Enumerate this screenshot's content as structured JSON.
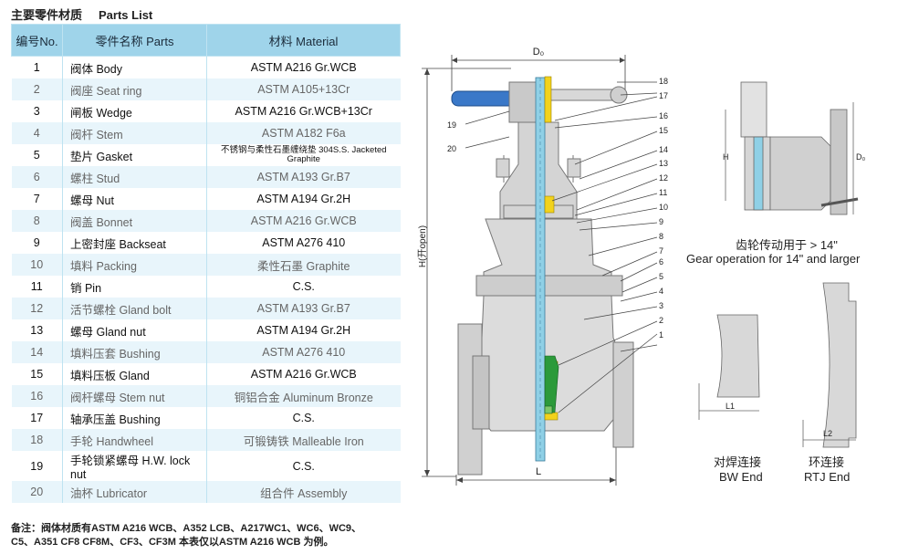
{
  "header": {
    "title_cn": "主要零件材质",
    "title_en": "Parts List"
  },
  "table": {
    "columns": [
      "编号No.",
      "零件名称 Parts",
      "材料 Material"
    ],
    "rows": [
      {
        "no": "1",
        "name": "阀体 Body",
        "material": "ASTM A216 Gr.WCB"
      },
      {
        "no": "2",
        "name": "阀座 Seat ring",
        "material": "ASTM A105+13Cr"
      },
      {
        "no": "3",
        "name": "闸板 Wedge",
        "material": "ASTM A216 Gr.WCB+13Cr"
      },
      {
        "no": "4",
        "name": "阀杆 Stem",
        "material": "ASTM A182 F6a"
      },
      {
        "no": "5",
        "name": "垫片 Gasket",
        "material": "不锈钢与柔性石墨缠绕垫 304S.S. Jacketed Graphite"
      },
      {
        "no": "6",
        "name": "螺柱 Stud",
        "material": "ASTM A193 Gr.B7"
      },
      {
        "no": "7",
        "name": "螺母 Nut",
        "material": "ASTM A194 Gr.2H"
      },
      {
        "no": "8",
        "name": "阀盖 Bonnet",
        "material": "ASTM A216 Gr.WCB"
      },
      {
        "no": "9",
        "name": "上密封座 Backseat",
        "material": "ASTM A276 410"
      },
      {
        "no": "10",
        "name": "填料 Packing",
        "material": "柔性石墨 Graphite"
      },
      {
        "no": "11",
        "name": "销 Pin",
        "material": "C.S."
      },
      {
        "no": "12",
        "name": "活节螺栓 Gland bolt",
        "material": "ASTM A193 Gr.B7"
      },
      {
        "no": "13",
        "name": "螺母 Gland nut",
        "material": "ASTM A194 Gr.2H"
      },
      {
        "no": "14",
        "name": "填料压套 Bushing",
        "material": "ASTM A276 410"
      },
      {
        "no": "15",
        "name": "填料压板 Gland",
        "material": "ASTM A216 Gr.WCB"
      },
      {
        "no": "16",
        "name": "阀杆螺母 Stem nut",
        "material": "铜铝合金 Aluminum Bronze"
      },
      {
        "no": "17",
        "name": "轴承压盖 Bushing",
        "material": "C.S."
      },
      {
        "no": "18",
        "name": "手轮 Handwheel",
        "material": "可锻铸铁 Malleable Iron"
      },
      {
        "no": "19",
        "name": "手轮锁紧螺母 H.W. lock nut",
        "material": "C.S."
      },
      {
        "no": "20",
        "name": "油杯 Lubricator",
        "material": "组合件 Assembly"
      }
    ]
  },
  "note": {
    "line1": "备注：阀体材质有ASTM A216 WCB、A352 LCB、A217WC1、WC6、WC9、",
    "line2": "C5、A351 CF8 CF8M、CF3、CF3M 本表仅以ASTM A216 WCB 为例。"
  },
  "drawing": {
    "dim_do": "D₀",
    "dim_h_open": "H(开open)",
    "dim_l": "L",
    "dim_h": "H",
    "dim_l1": "L1",
    "dim_l2": "L2",
    "callouts": [
      "1",
      "2",
      "3",
      "4",
      "5",
      "6",
      "7",
      "8",
      "9",
      "10",
      "11",
      "12",
      "13",
      "14",
      "15",
      "16",
      "17",
      "18",
      "19",
      "20"
    ],
    "gear_caption_cn": "齿轮传动用于 > 14\"",
    "gear_caption_en": "Gear operation for 14\" and larger",
    "bw_cn": "对焊连接",
    "bw_en": "BW End",
    "rtj_cn": "环连接",
    "rtj_en": "RTJ End"
  },
  "colors": {
    "header_bg": "#9fd4ea",
    "row_alt_bg": "#e8f5fb",
    "handwheel_blue": "#3a78c8",
    "gland_yellow": "#f2d21c",
    "seat_green": "#2c9a3a"
  }
}
